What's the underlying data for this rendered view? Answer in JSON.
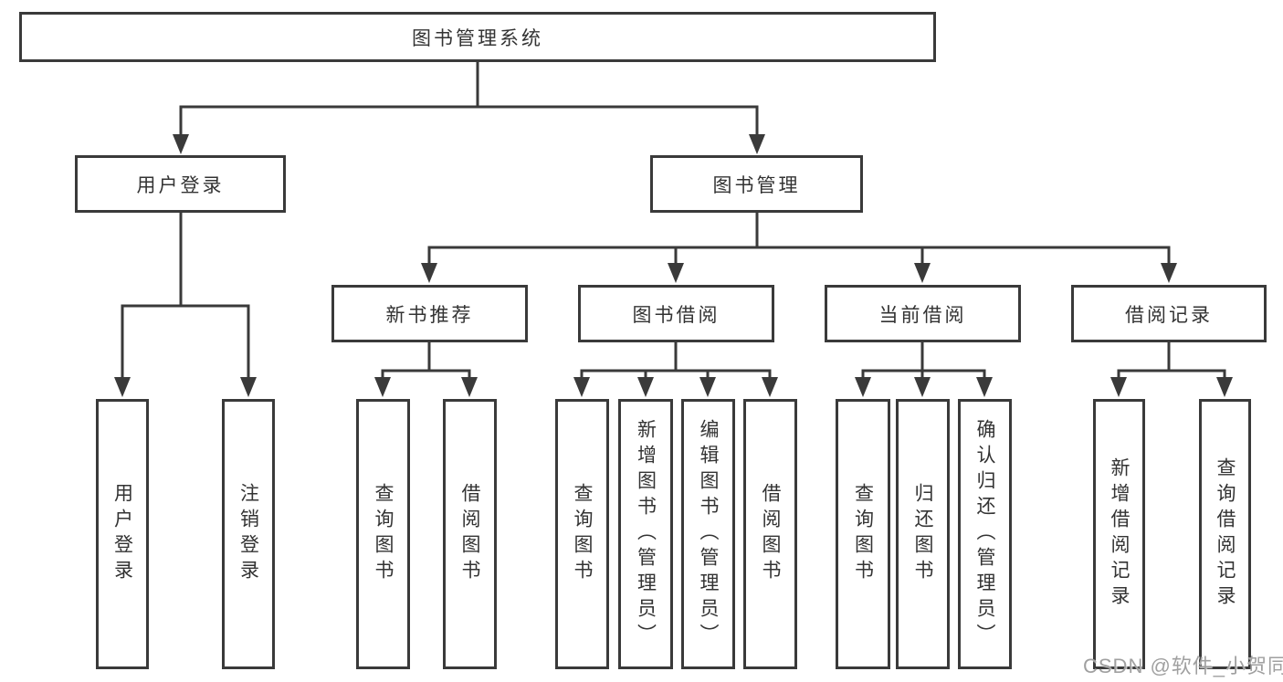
{
  "diagram": {
    "title_node": {
      "label": "图书管理系统"
    },
    "level2": [
      {
        "id": "user-login",
        "label": "用户登录"
      },
      {
        "id": "book-management",
        "label": "图书管理"
      }
    ],
    "level3": [
      {
        "id": "new-book-recommendation",
        "label": "新书推荐"
      },
      {
        "id": "book-borrowing",
        "label": "图书借阅"
      },
      {
        "id": "current-borrowing",
        "label": "当前借阅"
      },
      {
        "id": "borrowing-records",
        "label": "借阅记录"
      }
    ],
    "leaves": {
      "user_login": [
        {
          "label": "用户登录"
        },
        {
          "label": "注销登录"
        }
      ],
      "new_book": [
        {
          "label": "查询图书"
        },
        {
          "label": "借阅图书"
        }
      ],
      "book_borrow": [
        {
          "label": "查询图书"
        },
        {
          "label": "新增图书（管理员）"
        },
        {
          "label": "编辑图书（管理员）"
        },
        {
          "label": "借阅图书"
        }
      ],
      "current_borrow": [
        {
          "label": "查询图书"
        },
        {
          "label": "归还图书"
        },
        {
          "label": "确认归还（管理员）"
        }
      ],
      "borrow_records": [
        {
          "label": "新增借阅记录"
        },
        {
          "label": "查询借阅记录"
        }
      ]
    }
  },
  "watermark": {
    "text": "CSDN @软件_小贺同学"
  },
  "colors": {
    "line": "#3a3a3a",
    "text": "#333333",
    "watermark": "#a0a0a0",
    "background": "#ffffff"
  }
}
